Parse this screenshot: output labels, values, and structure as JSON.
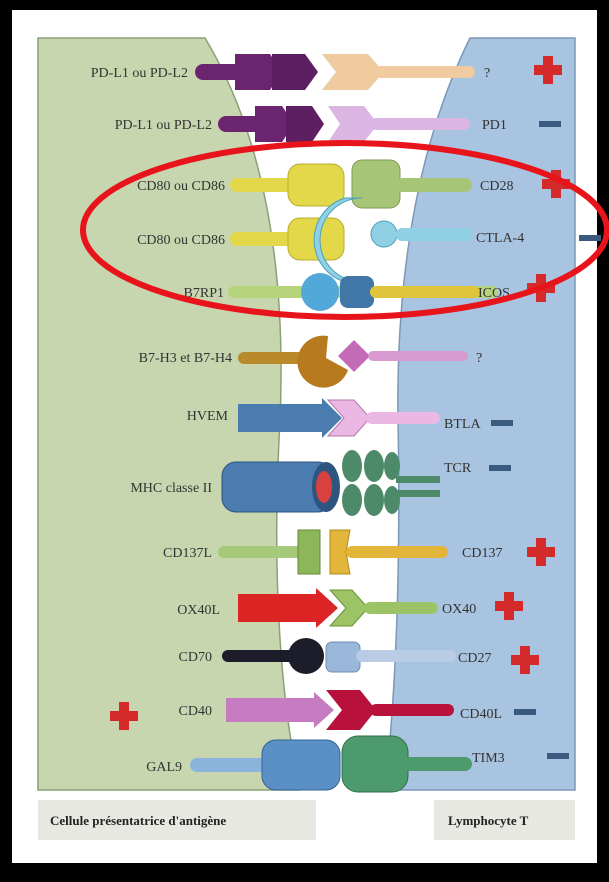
{
  "left_labels": [
    "PD-L1 ou PD-L2",
    "PD-L1 ou PD-L2",
    "CD80 ou CD86",
    "CD80 ou CD86",
    "B7RP1",
    "B7-H3 et B7-H4",
    "HVEM",
    "MHC classe II",
    "CD137L",
    "OX40L",
    "CD70",
    "CD40",
    "GAL9"
  ],
  "right_labels": [
    "?",
    "PD1",
    "CD28",
    "CTLA-4",
    "ICOS",
    "?",
    "BTLA",
    "TCR",
    "CD137",
    "OX40",
    "CD27",
    "CD40L",
    "TIM3"
  ],
  "right_signs": [
    "plus",
    "minus",
    "plus",
    "minus",
    "plus",
    "",
    "minus",
    "minus",
    "plus",
    "plus",
    "plus",
    "minus",
    "minus"
  ],
  "left_signs": [
    "",
    "",
    "",
    "",
    "",
    "",
    "",
    "",
    "",
    "",
    "",
    "plus",
    ""
  ],
  "footer": {
    "left": "Cellule présentatrice d'antigène",
    "right": "Lymphocyte T"
  },
  "colors": {
    "apc": "#c8d6b0",
    "tcell": "#a9c4e0",
    "plus": "#d42a2a",
    "minus": "#3a5a80",
    "highlight": "#e8141c"
  }
}
